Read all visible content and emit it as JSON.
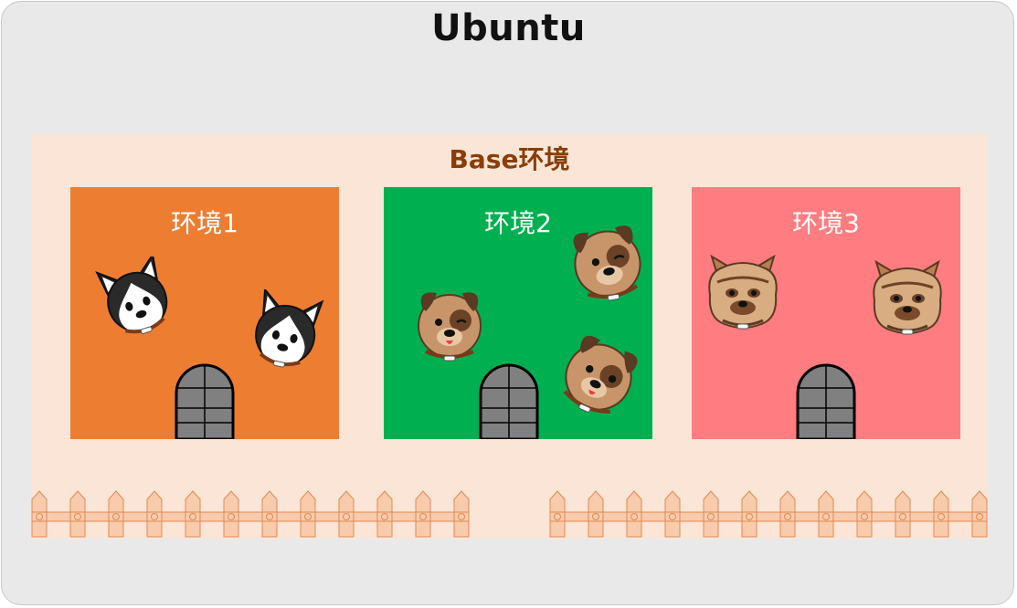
{
  "os": {
    "title": "Ubuntu"
  },
  "base": {
    "title": "Base环境",
    "background": "#fbe5d7",
    "title_color": "#8a3e06"
  },
  "environments": [
    {
      "label": "环境1",
      "color": "#ed7d31",
      "dog_breed": "husky-icon",
      "dog_count": 2
    },
    {
      "label": "环境2",
      "color": "#00b050",
      "dog_breed": "pug-icon",
      "dog_count": 3
    },
    {
      "label": "环境3",
      "color": "#ff7c80",
      "dog_breed": "yorkie-icon",
      "dog_count": 2
    }
  ],
  "colors": {
    "outer_background": "#e9e9e9",
    "door": "#808080",
    "fence": "#f8cbad"
  },
  "icons": [
    "door-icon",
    "husky-icon",
    "pug-icon",
    "yorkie-icon",
    "fence-icon"
  ]
}
